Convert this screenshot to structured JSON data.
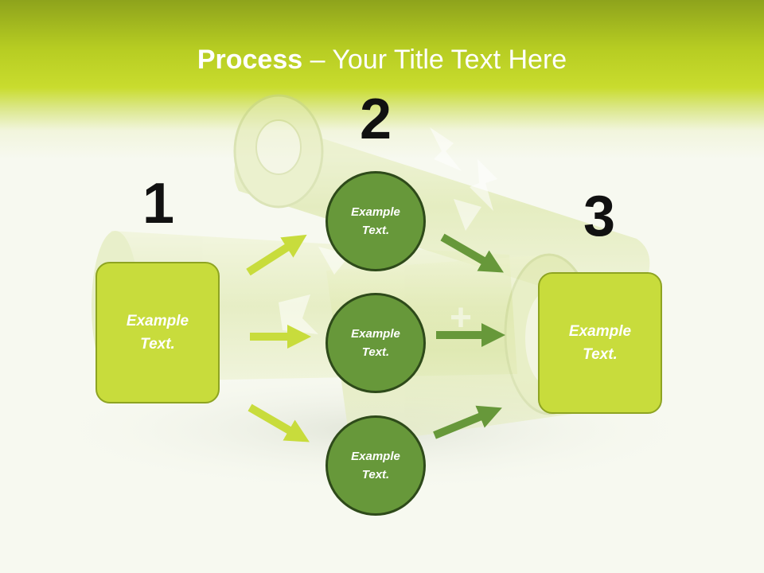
{
  "title": {
    "bold": "Process",
    "rest": " – Your Title Text Here"
  },
  "steps": {
    "one": {
      "number": "1",
      "text": "Example Text."
    },
    "two": {
      "number": "2",
      "circles": [
        "Example Text.",
        "Example Text.",
        "Example Text."
      ]
    },
    "three": {
      "number": "3",
      "text": "Example Text."
    }
  },
  "colors": {
    "header": "#b6cc22",
    "box_fill": "#c8dc3c",
    "circle_fill": "#67983a",
    "arrow_light": "#c8dc3c",
    "arrow_dark": "#67983a"
  }
}
